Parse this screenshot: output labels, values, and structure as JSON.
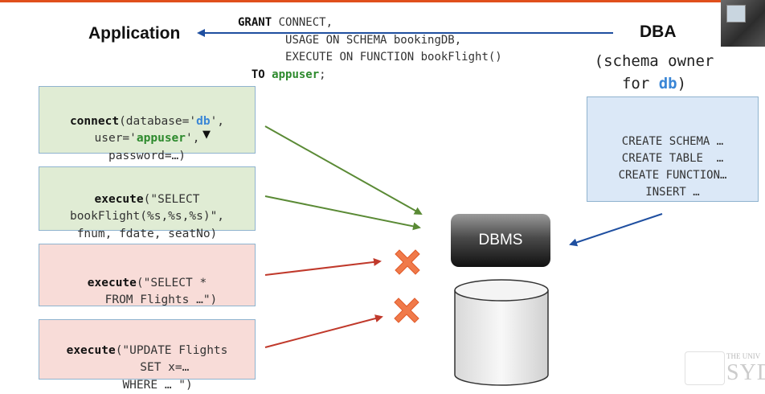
{
  "header": {
    "application_title": "Application",
    "dba_title": "DBA",
    "dba_subtitle_line1": "(schema owner",
    "dba_subtitle_for": "for ",
    "dba_subtitle_db": "db",
    "dba_subtitle_close": ")"
  },
  "grant": {
    "grant_kw": "GRANT",
    "line1": " CONNECT,",
    "line2": "USAGE ON SCHEMA bookingDB,",
    "line3": "EXECUTE ON FUNCTION bookFlight()",
    "to_kw": "TO",
    "to_user": "appuser",
    "to_end": ";"
  },
  "boxes": {
    "connect": {
      "fn": "connect",
      "l1a": "(database='",
      "db": "db",
      "l1b": "',",
      "l2a": "user='",
      "user": "appuser",
      "l2b": "',",
      "l3": "password=…)"
    },
    "select_fn": {
      "fn": "execute",
      "l1": "(\"SELECT",
      "l2": "bookFlight(%s,%s,%s)\",",
      "l3": "fnum, fdate, seatNo)"
    },
    "select_flights": {
      "fn": "execute",
      "l1": "(\"SELECT *",
      "l2": "FROM Flights …\")"
    },
    "update_flights": {
      "fn": "execute",
      "l1": "(\"UPDATE Flights",
      "l2": "SET x=…",
      "l3": "WHERE … \")"
    },
    "dba": {
      "l1": "CREATE SCHEMA …",
      "l2": "CREATE TABLE  …",
      "l3": "CREATE FUNCTION…",
      "l4": "INSERT …"
    }
  },
  "dbms_label": "DBMS",
  "logo_text_small": "THE UNIV",
  "logo_text_big": "SYD",
  "colors": {
    "green_arrow": "#5a8a35",
    "red_arrow": "#c0392b",
    "blue_arrow": "#1f4fa0",
    "cross": "#f07a4a"
  }
}
